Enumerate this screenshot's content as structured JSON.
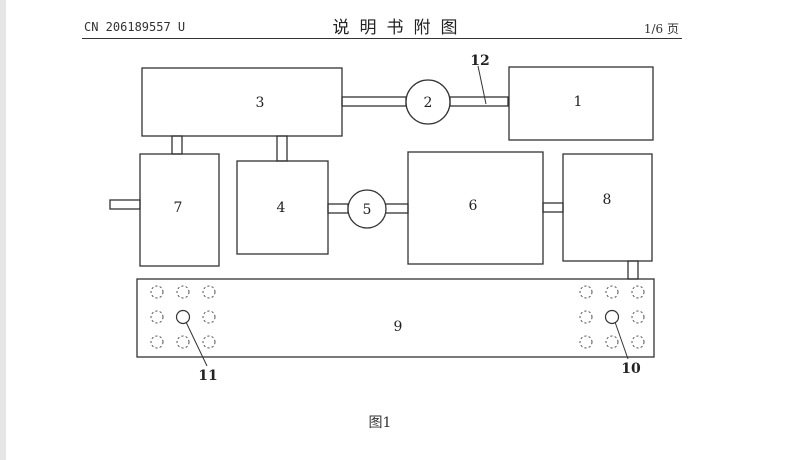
{
  "header": {
    "patent_number": "CN 206189557 U",
    "title": "说明书附图",
    "page": "1/6 页"
  },
  "figure": {
    "labels": {
      "b1": "1",
      "c2": "2",
      "b3": "3",
      "b4": "4",
      "c5": "5",
      "b6": "6",
      "b7": "7",
      "b8": "8",
      "b9": "9",
      "r10": "10",
      "r11": "11",
      "r12": "12"
    },
    "caption": "图1"
  }
}
